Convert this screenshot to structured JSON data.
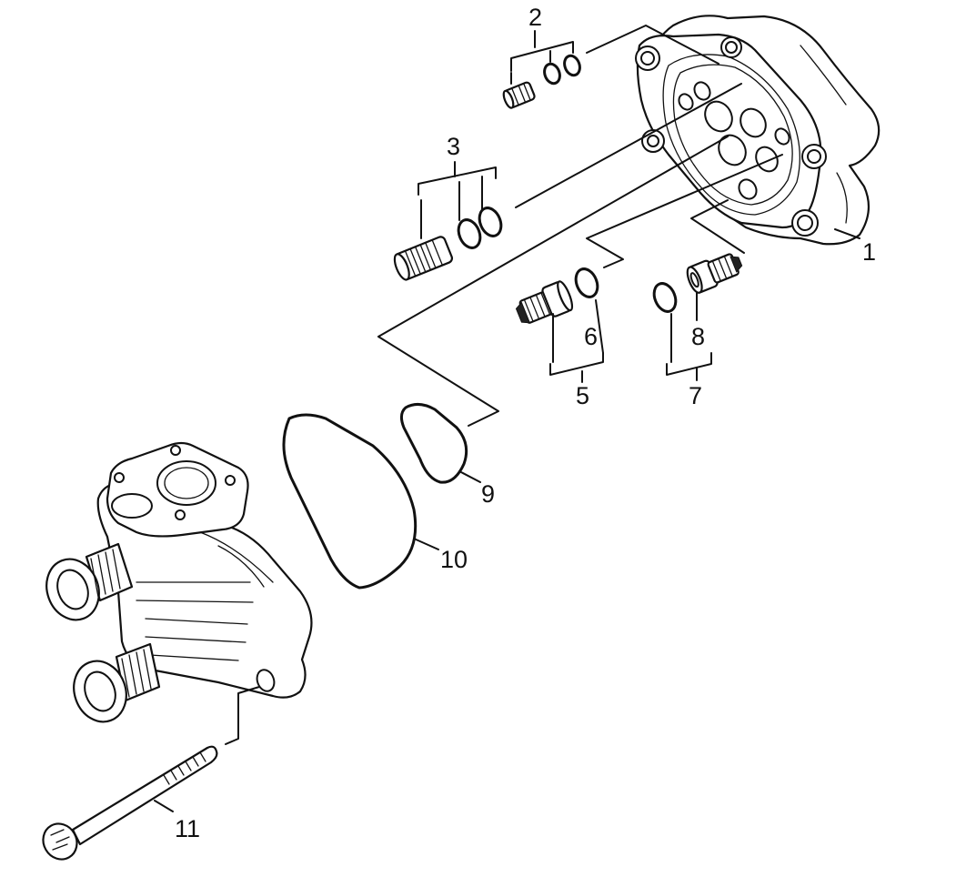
{
  "diagram": {
    "type": "exploded-parts-drawing",
    "colors": {
      "ink": "#111111",
      "background": "#ffffff"
    },
    "callouts": [
      {
        "id": "c1",
        "text": "1"
      },
      {
        "id": "c2",
        "text": "2"
      },
      {
        "id": "c3",
        "text": "3"
      },
      {
        "id": "c5",
        "text": "5"
      },
      {
        "id": "c6",
        "text": "6"
      },
      {
        "id": "c7",
        "text": "7"
      },
      {
        "id": "c8",
        "text": "8"
      },
      {
        "id": "c9",
        "text": "9"
      },
      {
        "id": "c10",
        "text": "10"
      },
      {
        "id": "c11",
        "text": "11"
      }
    ]
  }
}
